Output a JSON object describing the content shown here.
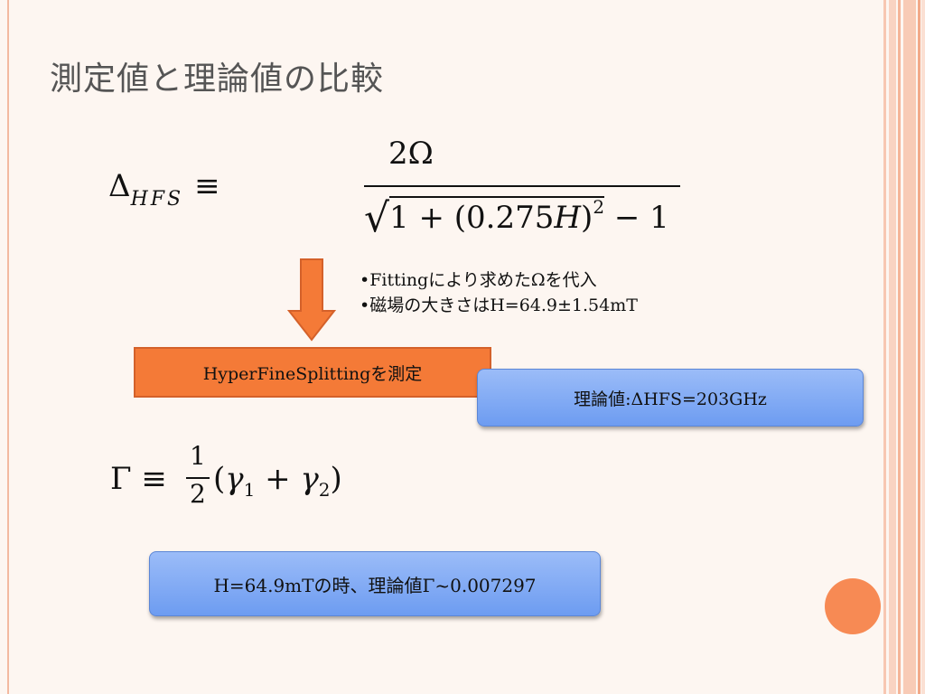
{
  "title": "測定値と理論値の比較",
  "formula1": {
    "lhs_symbol": "Δ",
    "lhs_subscript": "HFS",
    "equiv": "≡",
    "numerator": "2Ω",
    "den_radical": "√",
    "den_inner_pre": "1 + (0.275",
    "den_inner_var": "H",
    "den_inner_post": ")",
    "den_exponent": "2",
    "den_tail": " − 1"
  },
  "bullets": [
    "•Fittingにより求めたΩを代入",
    "•磁場の大きさはH=64.9±1.54mT"
  ],
  "orange_box_label": "HyperFineSplittingを測定",
  "blue_box_1": "理論値:ΔHFS=203GHz",
  "formula2": {
    "lhs": "Γ ≡",
    "frac_num": "1",
    "frac_den": "2",
    "open": "(",
    "var1": "γ",
    "sub1": "1",
    "plus": " + ",
    "var2": "γ",
    "sub2": "2",
    "close": ")"
  },
  "blue_box_2": "H=64.9mTの時、理論値Γ~0.007297",
  "colors": {
    "accent_orange": "#f47a37",
    "circle_orange": "#f78a54",
    "box_blue": "#7fa8f4",
    "title_gray": "#555555"
  }
}
